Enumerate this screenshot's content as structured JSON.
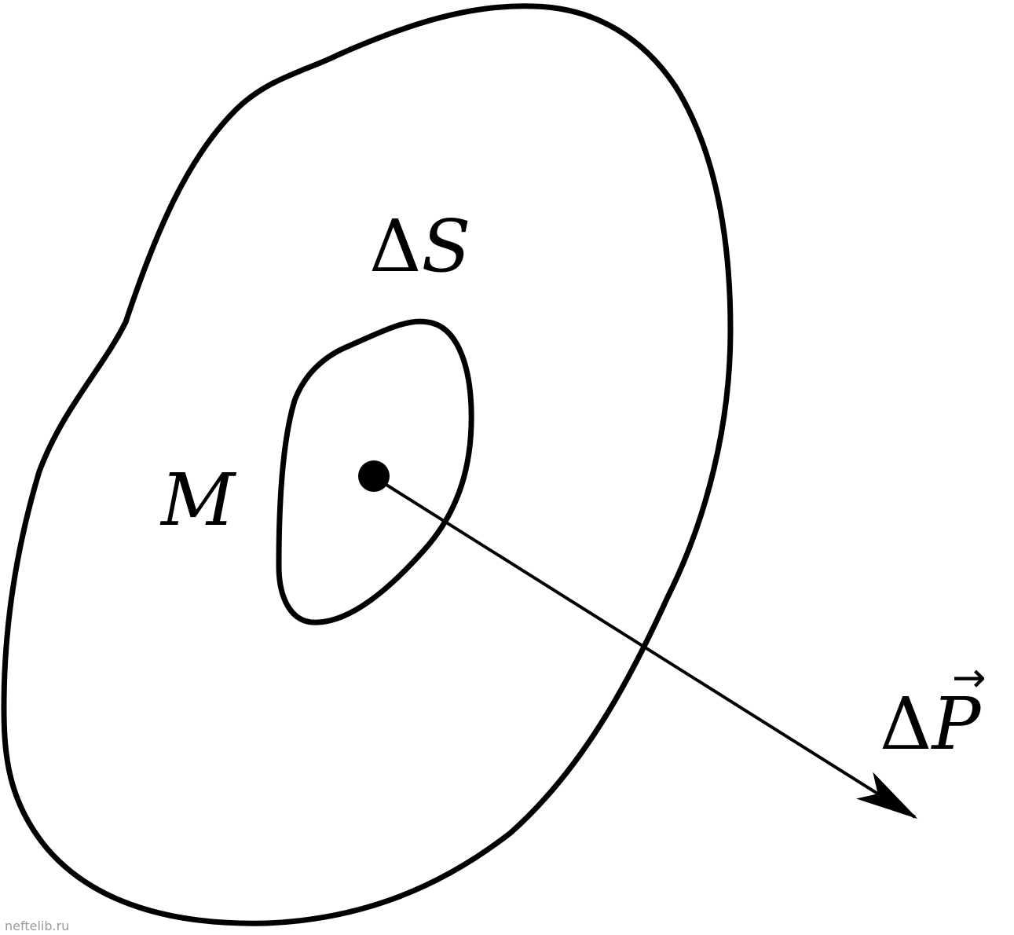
{
  "colors": {
    "ink": "#000000",
    "watermark": "#9a9a9a",
    "background": "#ffffff"
  },
  "labels": {
    "delta_symbol": "Δ",
    "area_letter": "S",
    "point": "M",
    "force_letter": "P",
    "vector_accent": "→"
  },
  "watermark": "neftelib.ru"
}
